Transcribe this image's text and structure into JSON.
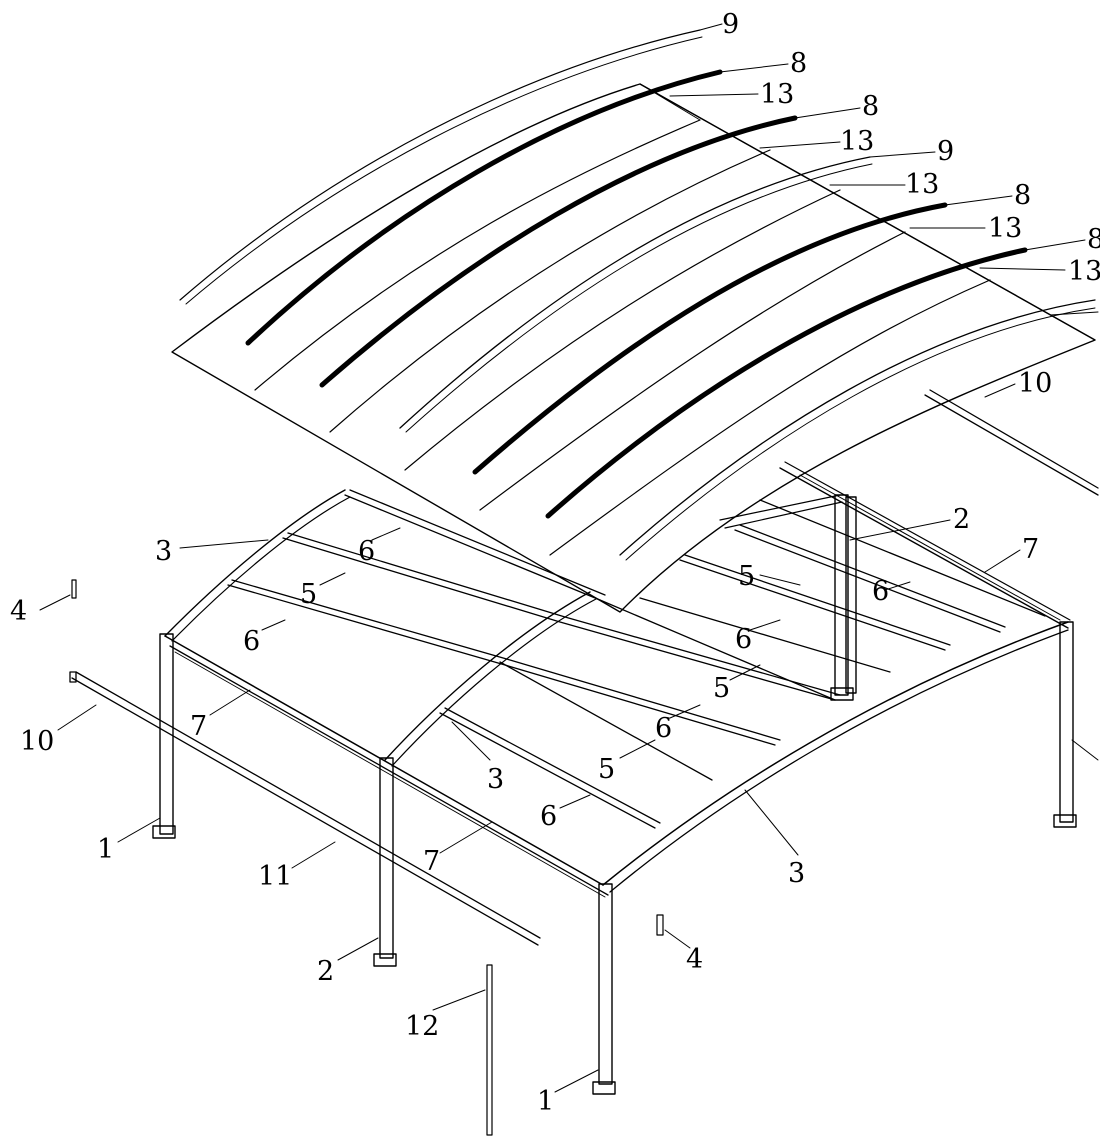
{
  "labels": {
    "l9a": "9",
    "l8a": "8",
    "l13a": "13",
    "l8b": "8",
    "l13b": "13",
    "l9b": "9",
    "l13c": "13",
    "l8c": "8",
    "l13d": "13",
    "l8d": "8",
    "l13e": "13",
    "l10a": "10",
    "l2a": "2",
    "l7a": "7",
    "l3a": "3",
    "l6a": "6",
    "l5a": "5",
    "l6b": "6",
    "l4a": "4",
    "l10b": "10",
    "l7b": "7",
    "l5b": "5",
    "l6c": "6",
    "l6d": "6",
    "l5c": "5",
    "l6e": "6",
    "l3b": "3",
    "l5d": "5",
    "l6f": "6",
    "l1a": "1",
    "l7c": "7",
    "l3c": "3",
    "l11": "11",
    "l4b": "4",
    "l2b": "2",
    "l12": "12",
    "l1b": "1"
  }
}
